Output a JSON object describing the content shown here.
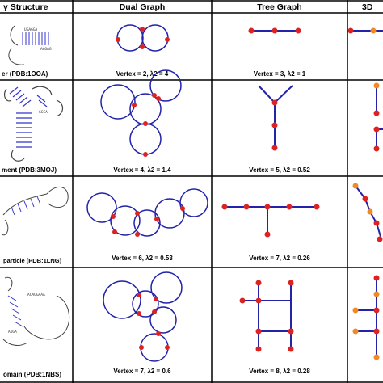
{
  "headers": {
    "structure": "y Structure",
    "dual": "Dual Graph",
    "tree": "Tree Graph",
    "threed": "3D"
  },
  "rows": [
    {
      "structure_label": "er (PDB:1OOA)",
      "dual_label": "Vertex = 2,  λ2 =  4",
      "tree_label": "Vertex = 3,  λ2 =  1"
    },
    {
      "structure_label": "ment (PDB:3MOJ)",
      "dual_label": "Vertex = 4,  λ2 =  1.4",
      "tree_label": "Vertex = 5,  λ2 =  0.52"
    },
    {
      "structure_label": "particle (PDB:1LNG)",
      "dual_label": "Vertex = 6,  λ2 =  0.53",
      "tree_label": "Vertex = 7,  λ2 =  0.26"
    },
    {
      "structure_label": "omain (PDB:1NBS)",
      "dual_label": "Vertex = 7,  λ2 =  0.6",
      "tree_label": "Vertex = 8,  λ2 =  0.28"
    }
  ],
  "sequence_fragments": {
    "row1": [
      "UGAGGA",
      "AAGAG"
    ],
    "row2": [
      "GGCA"
    ],
    "row4": [
      "ACAGGAAA",
      "AUGA"
    ]
  },
  "colors": {
    "edge": "#2222aa",
    "vertex": "#dd2222",
    "vertex_alt": "#f08a24",
    "grid": "#000000",
    "helix": "#3333cc"
  }
}
